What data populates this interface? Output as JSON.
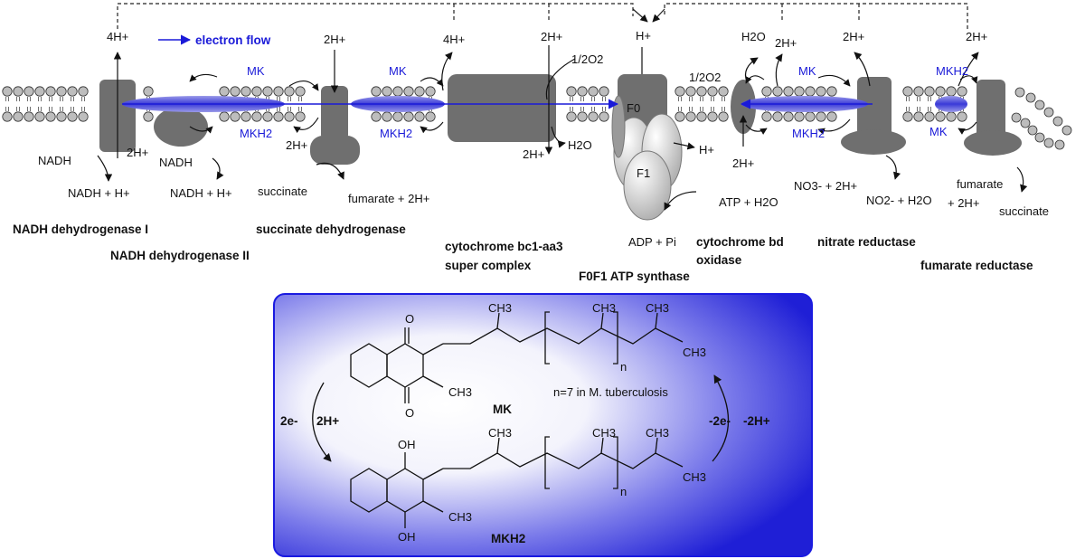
{
  "colors": {
    "protein": "#6f6f6f",
    "lipid_head": "#bdbdbd",
    "electron_flow": "#1a1ad8",
    "mk_box_edge": "#1a1ae0",
    "atp_synthase": "#d8d8d8"
  },
  "legend": {
    "electron_flow": "electron flow"
  },
  "protons": {
    "4H_top": "4H+",
    "2H_sdh_top": "2H+",
    "4H_bc1": "4H+",
    "2H_bc1": "2H+",
    "H_atp": "H+",
    "2H_bd": "2H+",
    "2H_nr": "2H+",
    "2H_fr": "2H+",
    "2H_ndh": "2H+",
    "2H_sdh_bottom": "2H+",
    "2H_aa3_bottom": "2H+",
    "H_atp_bottom": "H+",
    "2H_bd_bottom": "2H+"
  },
  "quinones": {
    "mk1": "MK",
    "mkh2_1": "MKH2",
    "mk2": "MK",
    "mkh2_2": "MKH2",
    "mk3": "MK",
    "mkh2_3": "MKH2",
    "mkh2_4": "MKH2",
    "mk4": "MK"
  },
  "substrates": {
    "nadh1": "NADH",
    "nadh1_product": "NADH + H+",
    "nadh2": "NADH",
    "nadh2_product": "NADH + H+",
    "succinate": "succinate",
    "fumarate_product": "fumarate + 2H+",
    "o2_left": "1/2O2",
    "h2o_left": "H2O",
    "o2_right": "1/2O2",
    "h2o_right": "H2O",
    "atp_product": "ATP + H2O",
    "adp": "ADP + Pi",
    "no3": "NO3- + 2H+",
    "no2": "NO2- + H2O",
    "fumarate_fr": "fumarate",
    "fumarate_fr2": "+ 2H+",
    "succinate_fr": "succinate",
    "f0": "F0",
    "f1": "F1"
  },
  "enzymes": {
    "ndh1": "NADH dehydrogenase I",
    "ndh2": "NADH dehydrogenase II",
    "sdh": "succinate dehydrogenase",
    "bc1_line1": "cytochrome bc1-aa3",
    "bc1_line2": "super complex",
    "atp_synthase": "F0F1 ATP synthase",
    "bd_line1": "cytochrome bd",
    "bd_line2": "oxidase",
    "nr": "nitrate reductase",
    "fr": "fumarate reductase"
  },
  "mk_box": {
    "ch3_1": "CH3",
    "ch3_2": "CH3",
    "ch3_3": "CH3",
    "ch3_4": "CH3",
    "ch3_ring": "CH3",
    "n_sub": "n",
    "o_top": "O",
    "o_bottom": "O",
    "mk_label": "MK",
    "n_note": "n=7 in M. tuberculosis",
    "reduce_e": "2e-",
    "reduce_h": "2H+",
    "oxid_e": "-2e-",
    "oxid_h": "-2H+",
    "mkh2_ch3_1": "CH3",
    "mkh2_ch3_2": "CH3",
    "mkh2_ch3_3": "CH3",
    "mkh2_ch3_4": "CH3",
    "mkh2_ch3_ring": "CH3",
    "mkh2_n_sub": "n",
    "oh_top": "OH",
    "oh_bottom": "OH",
    "mkh2_label": "MKH2"
  }
}
